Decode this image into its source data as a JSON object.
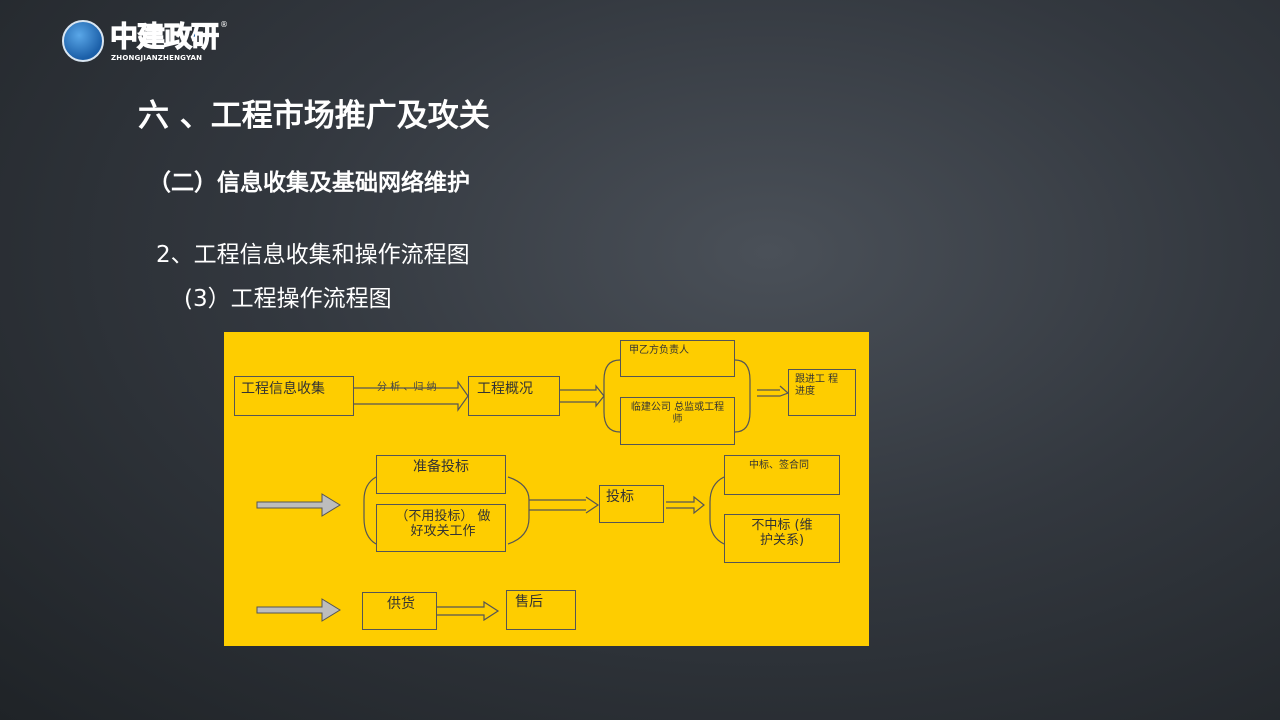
{
  "logo": {
    "name": "中建政研",
    "registered": "®",
    "subtitle": "ZHONGJIANZHENGYAN"
  },
  "title": "六 、工程市场推广及攻关",
  "subtitle": "（二）信息收集及基础网络维护",
  "section": "2、工程信息收集和操作流程图",
  "subsection": "(3）工程操作流程图",
  "colors": {
    "flowchart_background": "#fecd00",
    "start_arrow": "#bdbdbd",
    "logo_blue": "#1c5fa5"
  },
  "flowchart": {
    "row1": {
      "collect": "工程信息收集",
      "analyze_label": "分 析 、归 纳",
      "overview": "工程概况",
      "party_ab": "甲乙方负责人",
      "supervisor": "临建公司 总监或工程师",
      "follow": "跟进工 程进度"
    },
    "row2": {
      "prepare": "准备投标",
      "no_bid": "（不用投标） 做好攻关工作",
      "bid": "投标",
      "win": "中标、签合同",
      "lose": "不中标 (维护关系)"
    },
    "row3": {
      "supply": "供货",
      "after_sales": "售后"
    }
  }
}
